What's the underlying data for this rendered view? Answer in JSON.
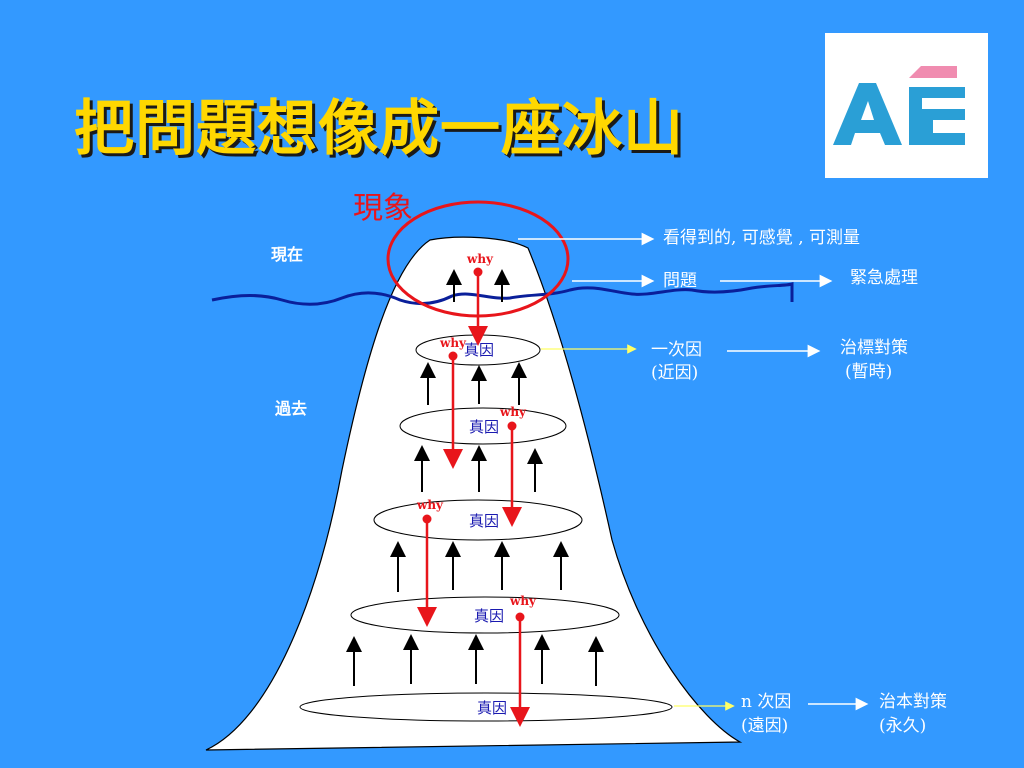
{
  "slide": {
    "title": "把問題想像成一座冰山",
    "phenomenon": "現象",
    "time_now": "現在",
    "time_past": "過去"
  },
  "iceberg": {
    "why_label": "why",
    "cause_label": "真因"
  },
  "right": {
    "visible_desc": "看得到的, 可感覺 , 可測量",
    "problem": "問題",
    "urgent": "緊急處理",
    "first_cause": "一次因",
    "first_cause_sub": "(近因)",
    "temp_fix": "治標對策",
    "temp_fix_sub": "(暫時)",
    "n_cause": "n 次因",
    "n_cause_sub": "(遠因)",
    "perm_fix": "治本對策",
    "perm_fix_sub": "(永久)"
  },
  "colors": {
    "background": "#3399ff",
    "title": "#ffd700",
    "why": "#e8151b",
    "cause_text": "#1a1ab0",
    "water": "#0a1f9a"
  },
  "icons": {
    "logo": "ag-logo"
  }
}
